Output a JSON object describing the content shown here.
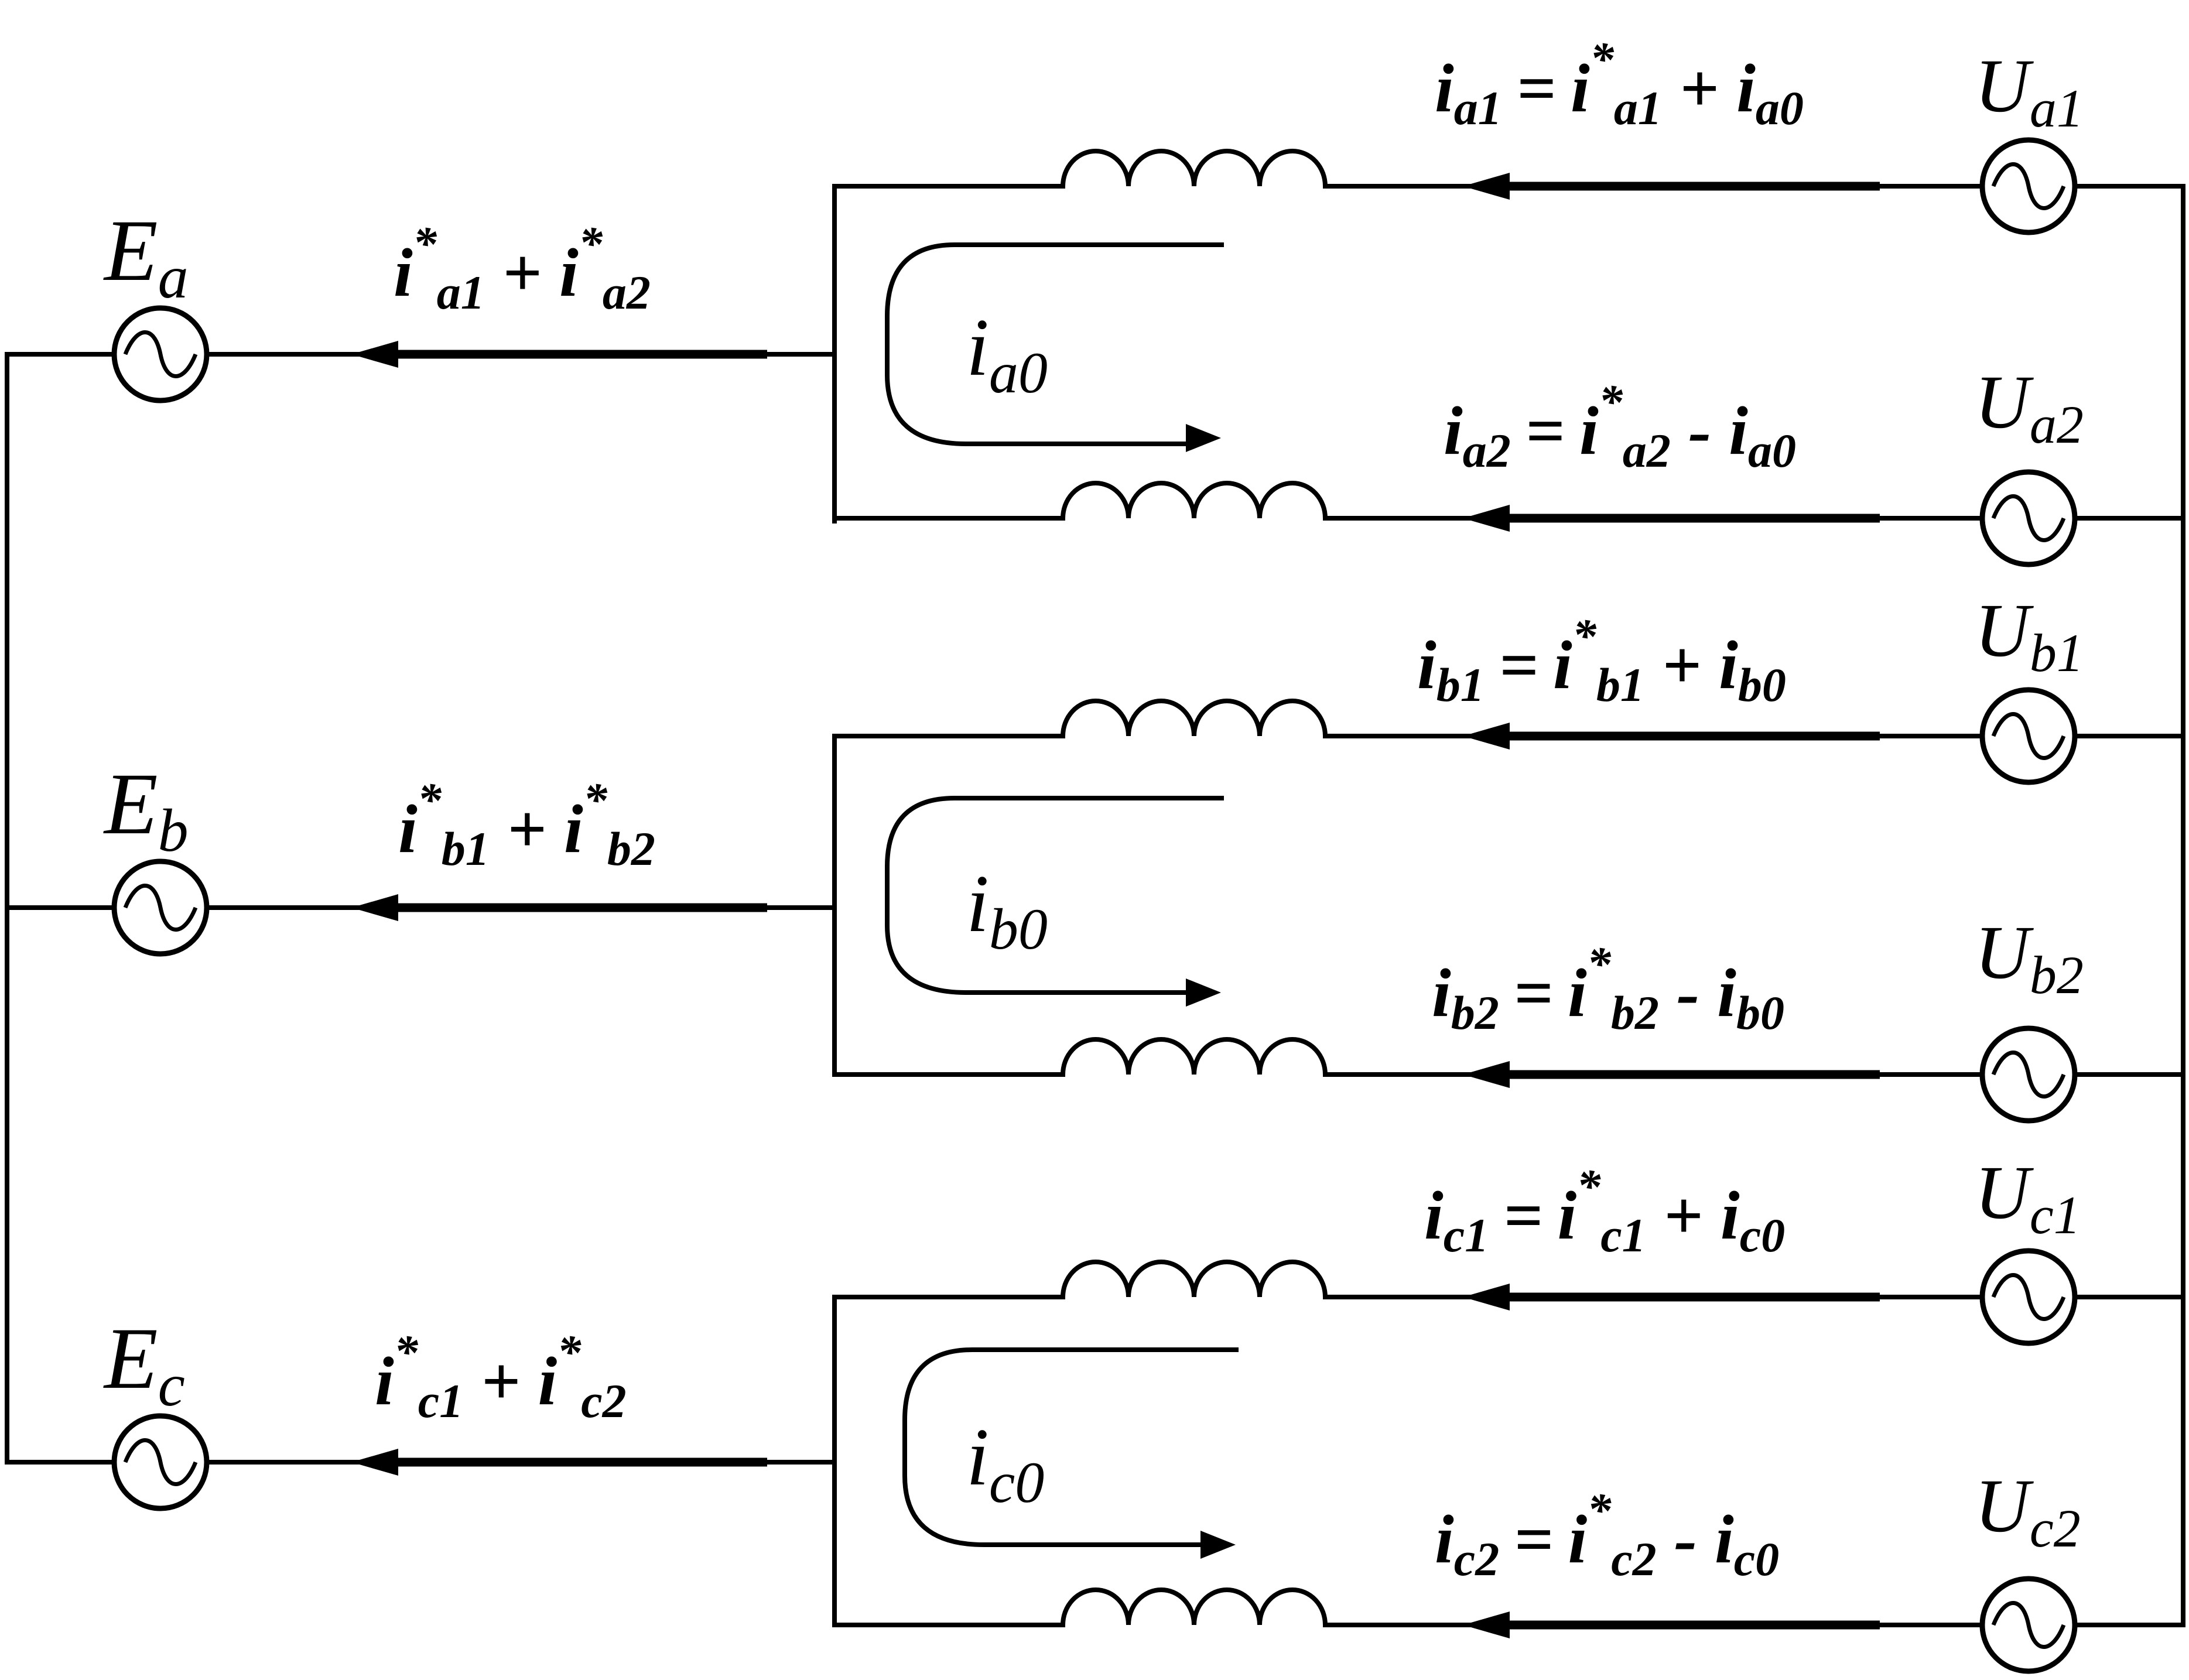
{
  "phases": [
    {
      "id": "a",
      "source": {
        "main": "E",
        "sub": "a"
      },
      "sum": {
        "t1": "i",
        "s1": "a1",
        "t2": "i",
        "s2": "a2",
        "sup": "*",
        "op": "+"
      },
      "loop": {
        "main": "i",
        "sub": "a0"
      },
      "branches": [
        {
          "source": {
            "main": "U",
            "sub": "a1"
          },
          "eq": {
            "lhs": "i",
            "lhs_sub": "a1",
            "eq": "=",
            "t1": "i",
            "t1_sup": "*",
            "t1_sub": "a1",
            "op": "+",
            "t2": "i",
            "t2_sub": "a0"
          }
        },
        {
          "source": {
            "main": "U",
            "sub": "a2"
          },
          "eq": {
            "lhs": "i",
            "lhs_sub": "a2",
            "eq": "=",
            "t1": "i",
            "t1_sup": "*",
            "t1_sub": "a2",
            "op": "-",
            "t2": "i",
            "t2_sub": "a0"
          }
        }
      ]
    },
    {
      "id": "b",
      "source": {
        "main": "E",
        "sub": "b"
      },
      "sum": {
        "t1": "i",
        "s1": "b1",
        "t2": "i",
        "s2": "b2",
        "sup": "*",
        "op": "+"
      },
      "loop": {
        "main": "i",
        "sub": "b0"
      },
      "branches": [
        {
          "source": {
            "main": "U",
            "sub": "b1"
          },
          "eq": {
            "lhs": "i",
            "lhs_sub": "b1",
            "eq": "=",
            "t1": "i",
            "t1_sup": "*",
            "t1_sub": "b1",
            "op": "+",
            "t2": "i",
            "t2_sub": "b0"
          }
        },
        {
          "source": {
            "main": "U",
            "sub": "b2"
          },
          "eq": {
            "lhs": "i",
            "lhs_sub": "b2",
            "eq": "=",
            "t1": "i",
            "t1_sup": "*",
            "t1_sub": "b2",
            "op": "-",
            "t2": "i",
            "t2_sub": "b0"
          }
        }
      ]
    },
    {
      "id": "c",
      "source": {
        "main": "E",
        "sub": "c"
      },
      "sum": {
        "t1": "i",
        "s1": "c1",
        "t2": "i",
        "s2": "c2",
        "sup": "*",
        "op": "+"
      },
      "loop": {
        "main": "i",
        "sub": "c0"
      },
      "branches": [
        {
          "source": {
            "main": "U",
            "sub": "c1"
          },
          "eq": {
            "lhs": "i",
            "lhs_sub": "c1",
            "eq": "=",
            "t1": "i",
            "t1_sup": "*",
            "t1_sub": "c1",
            "op": "+",
            "t2": "i",
            "t2_sub": "c0"
          }
        },
        {
          "source": {
            "main": "U",
            "sub": "c2"
          },
          "eq": {
            "lhs": "i",
            "lhs_sub": "c2",
            "eq": "=",
            "t1": "i",
            "t1_sup": "*",
            "t1_sub": "c2",
            "op": "-",
            "t2": "i",
            "t2_sub": "c0"
          }
        }
      ]
    }
  ]
}
